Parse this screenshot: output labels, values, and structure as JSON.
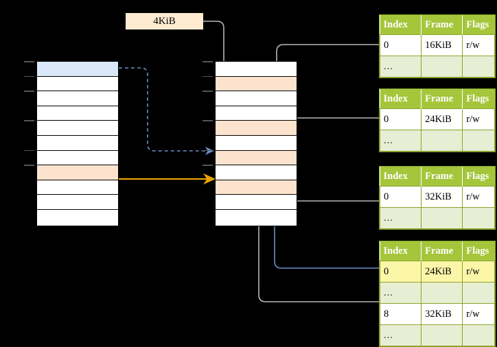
{
  "diagram": {
    "title": "multi-level page table address translation diagram",
    "colors": {
      "page_highlight_blue": "#dae8fa",
      "page_highlight_peach": "#fce3cd",
      "table_header_green": "#a5c63b",
      "table_ellipsis_row": "#e8eed4",
      "highlight_yellow": "#fbf6a8",
      "arrow_blue": "#6a8fc4",
      "arrow_orange": "#e8a302",
      "arrow_gray": "#b7b7b7",
      "background": "#000000"
    }
  },
  "size_label": {
    "text": "4KiB",
    "name": "page-size-label"
  },
  "left_column": {
    "name": "left-memory-column",
    "row_count": 11,
    "rows": [
      {
        "index": 0,
        "fill": "blue",
        "label": ""
      },
      {
        "index": 1,
        "fill": "white",
        "label": ""
      },
      {
        "index": 2,
        "fill": "white",
        "label": ""
      },
      {
        "index": 3,
        "fill": "white",
        "label": ""
      },
      {
        "index": 4,
        "fill": "white",
        "label": ""
      },
      {
        "index": 5,
        "fill": "white",
        "label": ""
      },
      {
        "index": 6,
        "fill": "white",
        "label": ""
      },
      {
        "index": 7,
        "fill": "peach",
        "label": ""
      },
      {
        "index": 8,
        "fill": "white",
        "label": ""
      },
      {
        "index": 9,
        "fill": "white",
        "label": ""
      },
      {
        "index": 10,
        "fill": "white",
        "label": ""
      }
    ]
  },
  "middle_column": {
    "name": "middle-memory-column",
    "row_count": 11,
    "rows": [
      {
        "index": 0,
        "fill": "white",
        "label": ""
      },
      {
        "index": 1,
        "fill": "peach",
        "label": ""
      },
      {
        "index": 2,
        "fill": "white",
        "label": ""
      },
      {
        "index": 3,
        "fill": "white",
        "label": ""
      },
      {
        "index": 4,
        "fill": "peach",
        "label": ""
      },
      {
        "index": 5,
        "fill": "white",
        "label": ""
      },
      {
        "index": 6,
        "fill": "peach",
        "label": ""
      },
      {
        "index": 7,
        "fill": "white",
        "label": ""
      },
      {
        "index": 8,
        "fill": "peach",
        "label": ""
      },
      {
        "index": 9,
        "fill": "white",
        "label": ""
      },
      {
        "index": 10,
        "fill": "white",
        "label": ""
      }
    ]
  },
  "page_tables": [
    {
      "name": "page-table-1",
      "headers": [
        "Index",
        "Frame",
        "Flags"
      ],
      "rows": [
        {
          "cells": [
            "0",
            "16KiB",
            "r/w"
          ],
          "ellipsis": false,
          "highlight": false
        },
        {
          "cells": [
            "...",
            "",
            ""
          ],
          "ellipsis": true,
          "highlight": false
        }
      ]
    },
    {
      "name": "page-table-2",
      "headers": [
        "Index",
        "Frame",
        "Flags"
      ],
      "rows": [
        {
          "cells": [
            "0",
            "24KiB",
            "r/w"
          ],
          "ellipsis": false,
          "highlight": false
        },
        {
          "cells": [
            "...",
            "",
            ""
          ],
          "ellipsis": true,
          "highlight": false
        }
      ]
    },
    {
      "name": "page-table-3",
      "headers": [
        "Index",
        "Frame",
        "Flags"
      ],
      "rows": [
        {
          "cells": [
            "0",
            "32KiB",
            "r/w"
          ],
          "ellipsis": false,
          "highlight": false
        },
        {
          "cells": [
            "...",
            "",
            ""
          ],
          "ellipsis": true,
          "highlight": false
        }
      ]
    },
    {
      "name": "page-table-4",
      "headers": [
        "Index",
        "Frame",
        "Flags"
      ],
      "rows": [
        {
          "cells": [
            "0",
            "24KiB",
            "r/w"
          ],
          "ellipsis": false,
          "highlight": true
        },
        {
          "cells": [
            "...",
            "",
            ""
          ],
          "ellipsis": true,
          "highlight": false
        },
        {
          "cells": [
            "8",
            "32KiB",
            "r/w"
          ],
          "ellipsis": false,
          "highlight": false
        },
        {
          "cells": [
            "...",
            "",
            ""
          ],
          "ellipsis": true,
          "highlight": false
        }
      ]
    }
  ]
}
